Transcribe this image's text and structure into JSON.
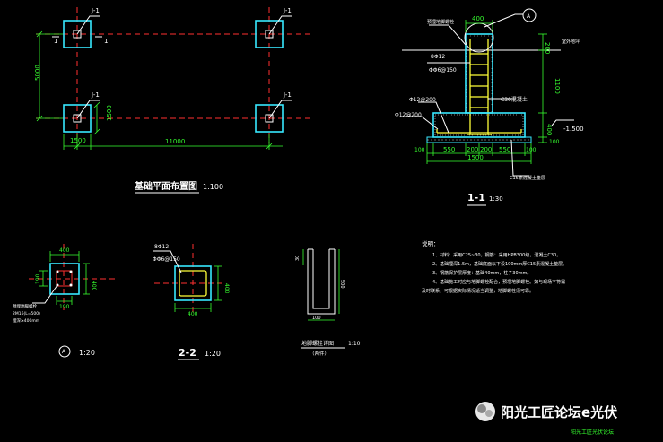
{
  "plan": {
    "title": "基础平面布置图",
    "scale": "1:100",
    "label_j1": "J-1",
    "dim_5000": "5000",
    "dim_11000": "11000",
    "dim_1500_h": "1500",
    "dim_1500_v": "1500",
    "mark_1": "1"
  },
  "section11": {
    "title": "1-1",
    "scale": "1:30",
    "note_anchor": "预埋地脚螺栓",
    "note_rebar_main": "8Φ12",
    "note_stirrup": "ΦΦ6@150",
    "note_c30": "C30混凝土",
    "note_bot1": "Φ12@200",
    "note_bot2": "Φ12@200",
    "note_ground": "室外地坪",
    "note_c15": "C15素混凝土垫层",
    "circle_a": "A",
    "dim_400": "400",
    "dim_200": "200",
    "dim_1100": "1100",
    "dim_400v": "400",
    "dim_100v": "100",
    "elev": "-1.500",
    "dim_b100l": "100",
    "dim_550l": "550",
    "dim_200a": "200",
    "dim_200b": "200",
    "dim_550r": "550",
    "dim_b100r": "100",
    "dim_1500": "1500"
  },
  "detailA": {
    "label": "A",
    "scale": "1:20",
    "dim_top": "400",
    "dim_right": "400",
    "dim_left": "190",
    "dim_bottom": "190",
    "note1": "预埋地脚螺栓",
    "note2": "2M16(L=500)",
    "note3": "埋深≥400mm"
  },
  "section22": {
    "title": "2-2",
    "scale": "1:20",
    "rebar": "8Φ12",
    "stirrup": "ΦΦ6@150",
    "dim_bottom": "400",
    "dim_right": "400"
  },
  "anchorDetail": {
    "dim_top": "30",
    "dim_side": "500",
    "dim_bottom": "100",
    "title": "地脚螺栓详图",
    "scale": "1:10",
    "sub": "（两件）"
  },
  "notes": {
    "heading": "说明：",
    "lines": [
      "1、材料：采用C25~30，钢筋：采用HPB300级，混凝土C30。",
      "2、基础埋深1.5m，基础底面以下设100mm厚C15素混凝土垫层。",
      "3、钢筋保护层厚度：基础40mm，柱子30mm。",
      "4、基础施工时应与地脚螺栓配合，预埋地脚螺栓。如与现场不符需",
      "及时联系，可根据实际情况适当调整，地脚螺栓须可靠。"
    ]
  },
  "watermark": {
    "text": "阳光工匠论坛e光伏",
    "sub": "阳光工匠光伏论坛"
  },
  "colors": {
    "background": "#000000",
    "cyan": "#38e8ff",
    "green": "#36ff2f",
    "red": "#ff3030",
    "yellow": "#ffff38",
    "white": "#ffffff"
  }
}
